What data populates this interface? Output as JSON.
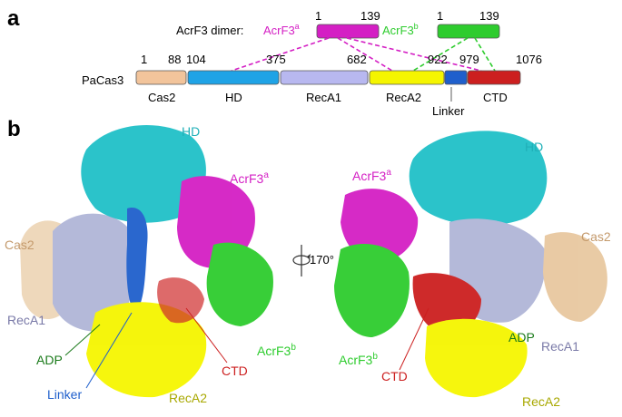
{
  "panels": {
    "a": "a",
    "b": "b"
  },
  "dimer": {
    "title": "AcrF3 dimer:",
    "a_name": "AcrF3",
    "a_sup": "a",
    "b_name": "AcrF3",
    "b_sup": "b",
    "a_start": "1",
    "a_end": "139",
    "b_start": "1",
    "b_end": "139"
  },
  "cas3": {
    "name": "PaCas3",
    "positions": [
      "1",
      "88",
      "104",
      "375",
      "682",
      "922",
      "979",
      "1076"
    ],
    "domains": [
      "Cas2",
      "HD",
      "RecA1",
      "RecA2",
      "Linker",
      "CTD"
    ]
  },
  "structure_left": {
    "hd": "HD",
    "acrf3a_name": "AcrF3",
    "acrf3a_sup": "a",
    "cas2": "Cas2",
    "reca1": "RecA1",
    "adp": "ADP",
    "linker": "Linker",
    "reca2": "RecA2",
    "ctd": "CTD",
    "acrf3b_name": "AcrF3",
    "acrf3b_sup": "b"
  },
  "rotation": "170°",
  "structure_right": {
    "hd": "HD",
    "acrf3a_name": "AcrF3",
    "acrf3a_sup": "a",
    "cas2": "Cas2",
    "acrf3b_name": "AcrF3",
    "acrf3b_sup": "b",
    "ctd": "CTD",
    "adp": "ADP",
    "reca1": "RecA1",
    "reca2": "RecA2"
  },
  "colors": {
    "acrf3a": "#d41fc4",
    "acrf3b": "#2ecc2e",
    "cas2": "#f2c49b",
    "hd": "#1fa3e6",
    "reca1": "#b8b8f0",
    "reca2": "#f5f500",
    "linker": "#1f5fcc",
    "ctd": "#cc1f1f",
    "hd_struct": "#20c0c8",
    "reca1_struct": "#b0b6d8",
    "cas2_struct": "#e8c8a0"
  }
}
